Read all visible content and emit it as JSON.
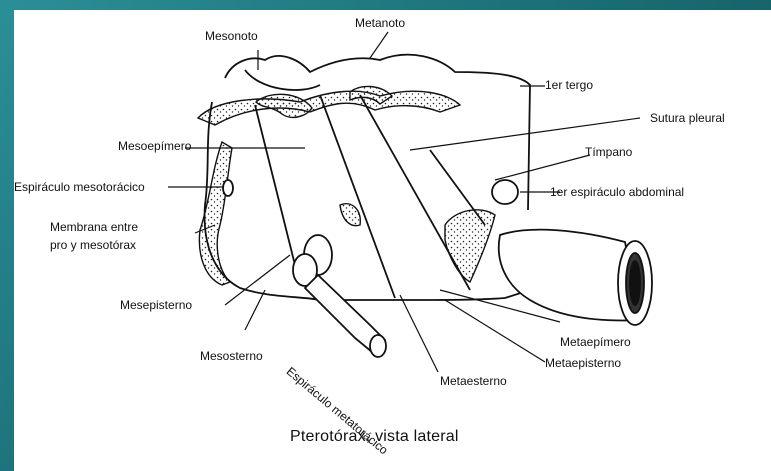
{
  "diagram": {
    "caption": "Pterotórax, vista lateral",
    "labels": {
      "mesonoto": "Mesonoto",
      "metanoto": "Metanoto",
      "tergo": "1er tergo",
      "sutura": "Sutura pleural",
      "mesoepimero": "Mesoepímero",
      "timpano": "Tímpano",
      "espiraculo_mesotoracico": "Espiráculo mesotorácico",
      "espiraculo_abdominal": "1er espiráculo abdominal",
      "membrana_1": "Membrana entre",
      "membrana_2": "pro y mesotórax",
      "mesepisterno": "Mesepisterno",
      "metaepimero": "Metaepímero",
      "mesosterno": "Mesosterno",
      "metaepisterno": "Metaepisterno",
      "metaesterno": "Metaesterno",
      "espiraculo_metatoracico": "Espiráculo metatorácico"
    }
  }
}
